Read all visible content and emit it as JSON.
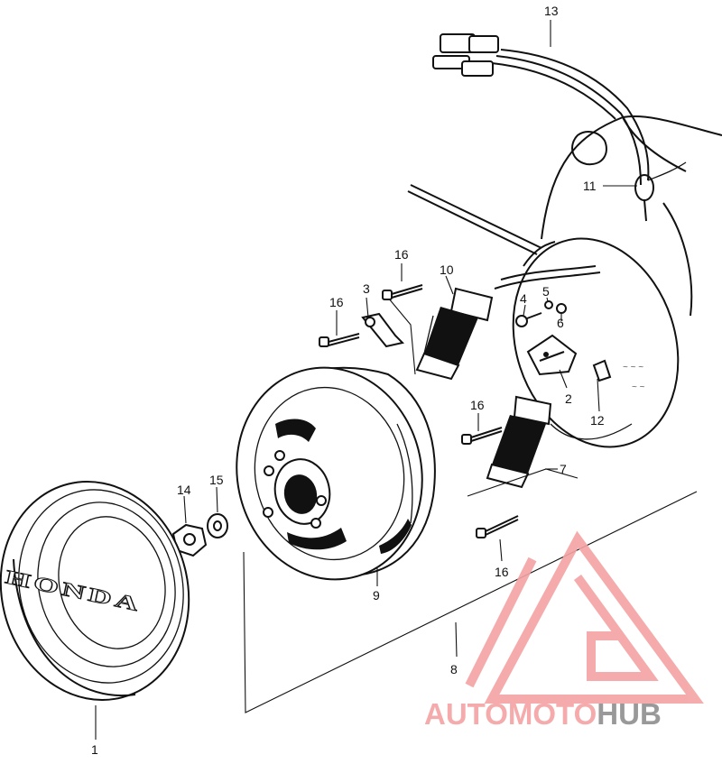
{
  "diagram": {
    "callouts": {
      "c1": "1",
      "c2": "2",
      "c3": "3",
      "c4": "4",
      "c5": "5",
      "c6": "6",
      "c7": "7",
      "c8": "8",
      "c9": "9",
      "c10": "10",
      "c11": "11",
      "c12": "12",
      "c13": "13",
      "c14": "14",
      "c15": "15",
      "c16a": "16",
      "c16b": "16",
      "c16c": "16",
      "c16d": "16"
    },
    "cover_emblem": "HONDA"
  },
  "watermark": {
    "text_accent": "AUTOMOTO",
    "text_dark": "HUB",
    "accent_color": "#f4a3a3",
    "dark_color": "#8f8f8f"
  }
}
